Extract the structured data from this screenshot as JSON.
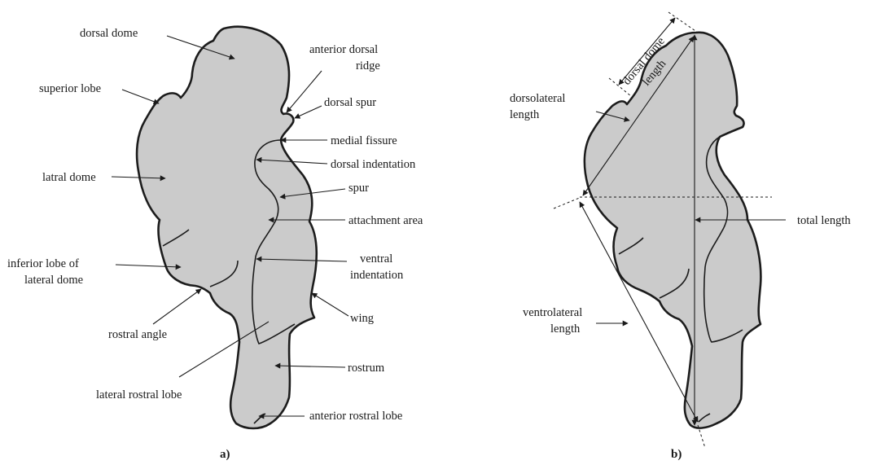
{
  "panel_a": {
    "caption": "a)",
    "labels": {
      "dorsal_dome": "dorsal dome",
      "anterior_dorsal_ridge_1": "anterior dorsal",
      "anterior_dorsal_ridge_2": "ridge",
      "superior_lobe": "superior lobe",
      "dorsal_spur": "dorsal spur",
      "medial_fissure": "medial fissure",
      "dorsal_indentation": "dorsal indentation",
      "latral_dome": "latral dome",
      "spur": "spur",
      "attachment_area": "attachment area",
      "inferior_lobe_1": "inferior lobe of",
      "inferior_lobe_2": "lateral dome",
      "ventral_indentation_1": "ventral",
      "ventral_indentation_2": "indentation",
      "wing": "wing",
      "rostral_angle": "rostral angle",
      "rostrum": "rostrum",
      "lateral_rostral_lobe": "lateral rostral lobe",
      "anterior_rostral_lobe": "anterior rostral lobe"
    }
  },
  "panel_b": {
    "caption": "b)",
    "labels": {
      "dorsal_dome_length_1": "dorsal dome",
      "dorsal_dome_length_2": "length",
      "dorsolateral_length_1": "dorsolateral",
      "dorsolateral_length_2": "length",
      "total_length": "total length",
      "ventrolateral_length_1": "ventrolateral",
      "ventrolateral_length_2": "length"
    }
  },
  "colors": {
    "shape_fill": "#cbcbcb",
    "outline": "#1c1c1c"
  }
}
